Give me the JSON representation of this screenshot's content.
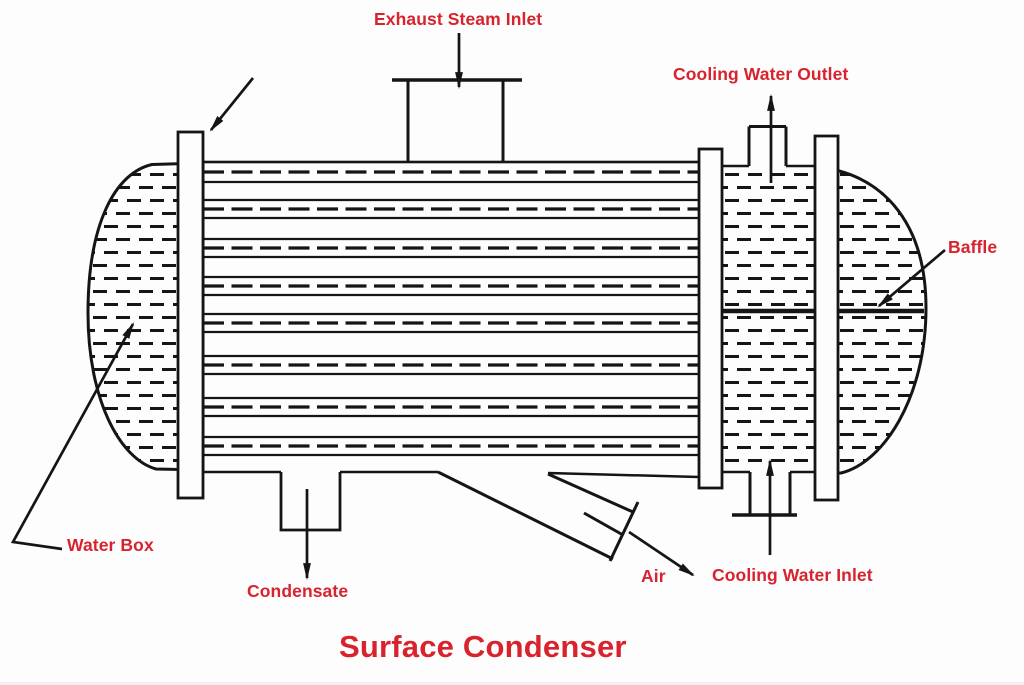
{
  "diagram": {
    "title": "Surface Condenser",
    "labels": {
      "exhaust_steam_inlet": "Exhaust Steam Inlet",
      "cooling_water_outlet": "Cooling Water Outlet",
      "baffle": "Baffle",
      "water_box": "Water Box",
      "condensate": "Condensate",
      "air": "Air",
      "cooling_water_inlet": "Cooling Water Inlet"
    },
    "colors": {
      "label_red": "#d8232e",
      "line_black": "#151515",
      "background": "#fdfdfd"
    }
  }
}
